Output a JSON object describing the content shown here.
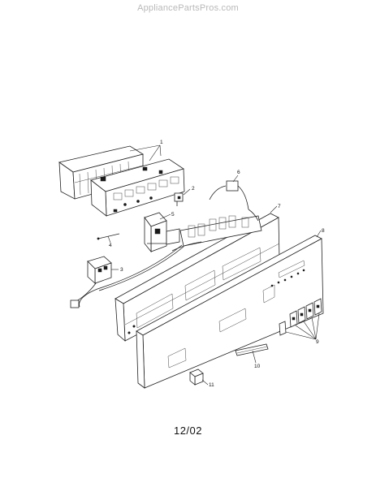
{
  "watermark": "AppliancePartsPros.com",
  "callouts": {
    "c1": "1",
    "c2": "2",
    "c3": "3",
    "c4": "4",
    "c5": "5",
    "c6": "6",
    "c7": "7",
    "c8": "8",
    "c9": "9",
    "c10": "10",
    "c11": "11"
  },
  "footer": {
    "date": "12/02"
  }
}
